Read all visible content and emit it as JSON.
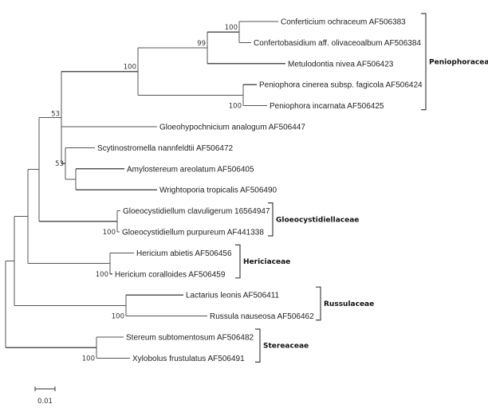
{
  "figure": {
    "type": "phylogenetic-tree",
    "scale_bar": {
      "value": 0.01,
      "label": "0.01"
    },
    "tree": {
      "id": "root",
      "length": 0,
      "children": [
        {
          "id": "nD",
          "length": 0.0044,
          "children": [
            {
              "id": "nC",
              "length": 0.0068,
              "children": [
                {
                  "id": "nB",
                  "length": 0.0056,
                  "children": [
                    {
                      "id": "nA",
                      "length": 0.0112,
                      "support": "53",
                      "children": [
                        {
                          "id": "nPenio",
                          "length": 0.0384,
                          "support": "100",
                          "children": [
                            {
                              "id": "n99",
                              "length": 0.0348,
                              "support": "99",
                              "children": [
                                {
                                  "id": "nConf",
                                  "length": 0.016,
                                  "support": "100",
                                  "children": [
                                    {
                                      "id": "t1",
                                      "length": 0.0196,
                                      "name": "Conferticium ochraceum AF506383"
                                    },
                                    {
                                      "id": "t2",
                                      "length": 0.006,
                                      "name": "Confertobasidium aff. olivaceoalbum AF506384"
                                    }
                                  ]
                                },
                                {
                                  "id": "t3",
                                  "length": 0.0392,
                                  "name": "Metulodontia nivea AF506423"
                                }
                              ]
                            },
                            {
                              "id": "nPen",
                              "length": 0.0528,
                              "support": "100",
                              "children": [
                                {
                                  "id": "t4",
                                  "length": 0.0068,
                                  "name": "Peniophora cinerea subsp. fagicola AF506424"
                                },
                                {
                                  "id": "t5",
                                  "length": 0.012,
                                  "name": "Peniophora incarnata AF506425"
                                }
                              ]
                            }
                          ]
                        },
                        {
                          "id": "t6",
                          "length": 0.048,
                          "name": "Gloeohypochnicium analogum AF506447"
                        },
                        {
                          "id": "n53b",
                          "length": 0.002,
                          "support": "53",
                          "children": [
                            {
                              "id": "t7",
                              "length": 0.0148,
                              "name": "Scytinostromella nannfeldtii AF506472"
                            },
                            {
                              "id": "nAW",
                              "length": 0.0052,
                              "children": [
                                {
                                  "id": "t8",
                                  "length": 0.0244,
                                  "name": "Amylostereum areolatum AF506405"
                                },
                                {
                                  "id": "t9",
                                  "length": 0.0408,
                                  "name": "Wrightoporia tropicalis AF506490"
                                }
                              ]
                            }
                          ]
                        }
                      ]
                    },
                    {
                      "id": "nGloeo",
                      "length": 0.0392,
                      "support": "100",
                      "children": [
                        {
                          "id": "t10",
                          "length": 0.0016,
                          "name": "Gloeocystidiellum clavuligerum 16564947"
                        },
                        {
                          "id": "t11",
                          "length": 0.0012,
                          "name": "Gloeocystidiellum purpureum AF441338"
                        }
                      ]
                    }
                  ]
                },
                {
                  "id": "nHer",
                  "length": 0.0412,
                  "support": "100",
                  "children": [
                    {
                      "id": "t12",
                      "length": 0.012,
                      "name": "Hericium abietis AF506456"
                    },
                    {
                      "id": "t13",
                      "length": 0.0012,
                      "name": "Hericium coralloides AF506459"
                    }
                  ]
                }
              ]
            },
            {
              "id": "nRus",
              "length": 0.056,
              "support": "100",
              "children": [
                {
                  "id": "t14",
                  "length": 0.0288,
                  "name": "Lactarius leonis AF506411"
                },
                {
                  "id": "t15",
                  "length": 0.0408,
                  "name": "Russula nauseosa AF506462"
                }
              ]
            }
          ]
        },
        {
          "id": "nSte",
          "length": 0.0456,
          "support": "100",
          "children": [
            {
              "id": "t16",
              "length": 0.0136,
              "name": "Stereum subtomentosum AF506482"
            },
            {
              "id": "t17",
              "length": 0.0168,
              "name": "Xylobolus frustulatus AF506491"
            }
          ]
        }
      ]
    },
    "clades": [
      {
        "name": "Peniophoraceae",
        "from_leaf": "t1",
        "to_leaf": "t5"
      },
      {
        "name": "Gloeocystidiellaceae",
        "from_leaf": "t10",
        "to_leaf": "t11"
      },
      {
        "name": "Hericiaceae",
        "from_leaf": "t12",
        "to_leaf": "t13"
      },
      {
        "name": "Russulaceae",
        "from_leaf": "t14",
        "to_leaf": "t15"
      },
      {
        "name": "Stereaceae",
        "from_leaf": "t16",
        "to_leaf": "t17"
      }
    ]
  }
}
